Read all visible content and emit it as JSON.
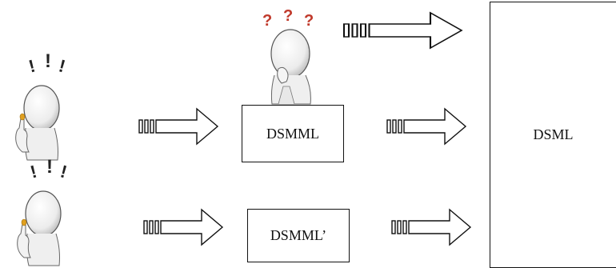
{
  "diagram": {
    "boxes": {
      "dsmml": "DSMML",
      "dsmml_prime": "DSMML’",
      "dsml": "DSML"
    },
    "figures": [
      {
        "icon": "thinking-figure-icon",
        "glyph": "? ? ?"
      },
      {
        "icon": "idea-figure-icon",
        "glyph": "! ! !"
      },
      {
        "icon": "idea-figure-icon",
        "glyph": "! ! !"
      }
    ],
    "arrows": [
      {
        "icon": "arrow-right-icon",
        "from": "thinking-figure",
        "to": "DSML"
      },
      {
        "icon": "arrow-right-icon",
        "from": "idea-figure-1",
        "to": "DSMML"
      },
      {
        "icon": "arrow-right-icon",
        "from": "DSMML",
        "to": "DSML"
      },
      {
        "icon": "arrow-right-icon",
        "from": "idea-figure-2",
        "to": "DSMML’"
      },
      {
        "icon": "arrow-right-icon",
        "from": "DSMML’",
        "to": "DSML"
      }
    ],
    "colors": {
      "line": "#111111",
      "question_mark": "#c0392b",
      "exclamation": "#222222",
      "figure_fill": "#f4f4f4"
    }
  }
}
